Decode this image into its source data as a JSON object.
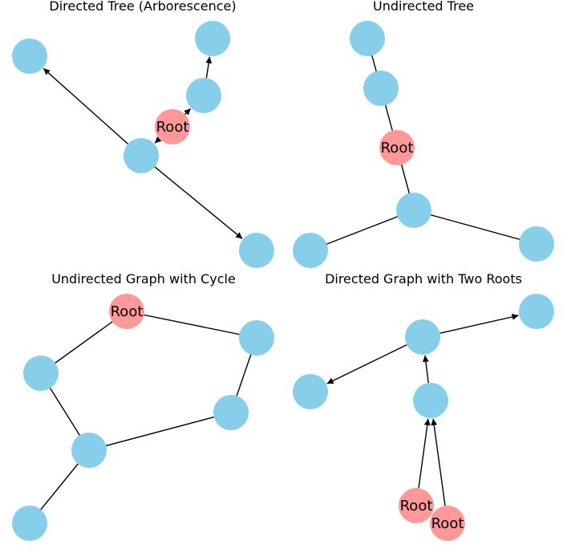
{
  "colors": {
    "node": "#87CEEB",
    "root": "#FF9999",
    "edge": "#000000",
    "text": "#000000"
  },
  "panels": [
    {
      "title": "Directed Tree (Arborescence)",
      "directed": true,
      "nodes": [
        {
          "id": "A",
          "label": "",
          "root": false
        },
        {
          "id": "B",
          "label": "",
          "root": false
        },
        {
          "id": "C",
          "label": "",
          "root": false
        },
        {
          "id": "R",
          "label": "Root",
          "root": true
        },
        {
          "id": "D",
          "label": "",
          "root": false
        },
        {
          "id": "E",
          "label": "",
          "root": false
        }
      ],
      "edges": [
        {
          "from": "R",
          "to": "C"
        },
        {
          "from": "C",
          "to": "B"
        },
        {
          "from": "R",
          "to": "D"
        },
        {
          "from": "D",
          "to": "A"
        },
        {
          "from": "D",
          "to": "E"
        }
      ]
    },
    {
      "title": "Undirected Tree",
      "directed": false,
      "nodes": [
        {
          "id": "A",
          "label": "",
          "root": false
        },
        {
          "id": "B",
          "label": "",
          "root": false
        },
        {
          "id": "R",
          "label": "Root",
          "root": true
        },
        {
          "id": "C",
          "label": "",
          "root": false
        },
        {
          "id": "D",
          "label": "",
          "root": false
        },
        {
          "id": "E",
          "label": "",
          "root": false
        }
      ],
      "edges": [
        {
          "from": "A",
          "to": "B"
        },
        {
          "from": "B",
          "to": "R"
        },
        {
          "from": "R",
          "to": "C"
        },
        {
          "from": "C",
          "to": "D"
        },
        {
          "from": "C",
          "to": "E"
        }
      ]
    },
    {
      "title": "Undirected Graph with Cycle",
      "directed": false,
      "nodes": [
        {
          "id": "R",
          "label": "Root",
          "root": true
        },
        {
          "id": "A",
          "label": "",
          "root": false
        },
        {
          "id": "B",
          "label": "",
          "root": false
        },
        {
          "id": "C",
          "label": "",
          "root": false
        },
        {
          "id": "D",
          "label": "",
          "root": false
        },
        {
          "id": "E",
          "label": "",
          "root": false
        }
      ],
      "edges": [
        {
          "from": "R",
          "to": "A"
        },
        {
          "from": "R",
          "to": "B"
        },
        {
          "from": "B",
          "to": "C"
        },
        {
          "from": "C",
          "to": "D"
        },
        {
          "from": "D",
          "to": "A"
        },
        {
          "from": "D",
          "to": "E"
        }
      ]
    },
    {
      "title": "Directed Graph with Two Roots",
      "directed": true,
      "nodes": [
        {
          "id": "A",
          "label": "",
          "root": false
        },
        {
          "id": "B",
          "label": "",
          "root": false
        },
        {
          "id": "C",
          "label": "",
          "root": false
        },
        {
          "id": "D",
          "label": "",
          "root": false
        },
        {
          "id": "R1",
          "label": "Root",
          "root": true
        },
        {
          "id": "R2",
          "label": "Root",
          "root": true
        }
      ],
      "edges": [
        {
          "from": "B",
          "to": "A"
        },
        {
          "from": "B",
          "to": "C"
        },
        {
          "from": "D",
          "to": "B"
        },
        {
          "from": "R1",
          "to": "D"
        },
        {
          "from": "R2",
          "to": "D"
        }
      ]
    }
  ]
}
